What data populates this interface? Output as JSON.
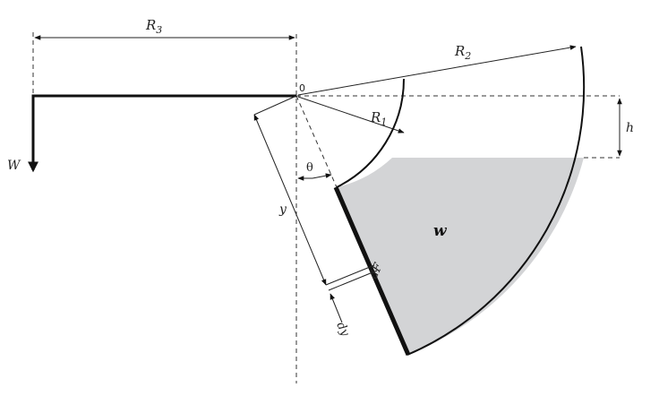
{
  "labels": {
    "r3": "R",
    "r3_sub": "3",
    "r2": "R",
    "r2_sub": "2",
    "r1": "R",
    "r1_sub": "1",
    "origin": "0",
    "h": "h",
    "weight": "W",
    "theta": "θ",
    "y": "y",
    "dF": "dF",
    "dy": "dy",
    "w": "w"
  },
  "colors": {
    "water": "#d3d4d6",
    "line": "#111111"
  }
}
